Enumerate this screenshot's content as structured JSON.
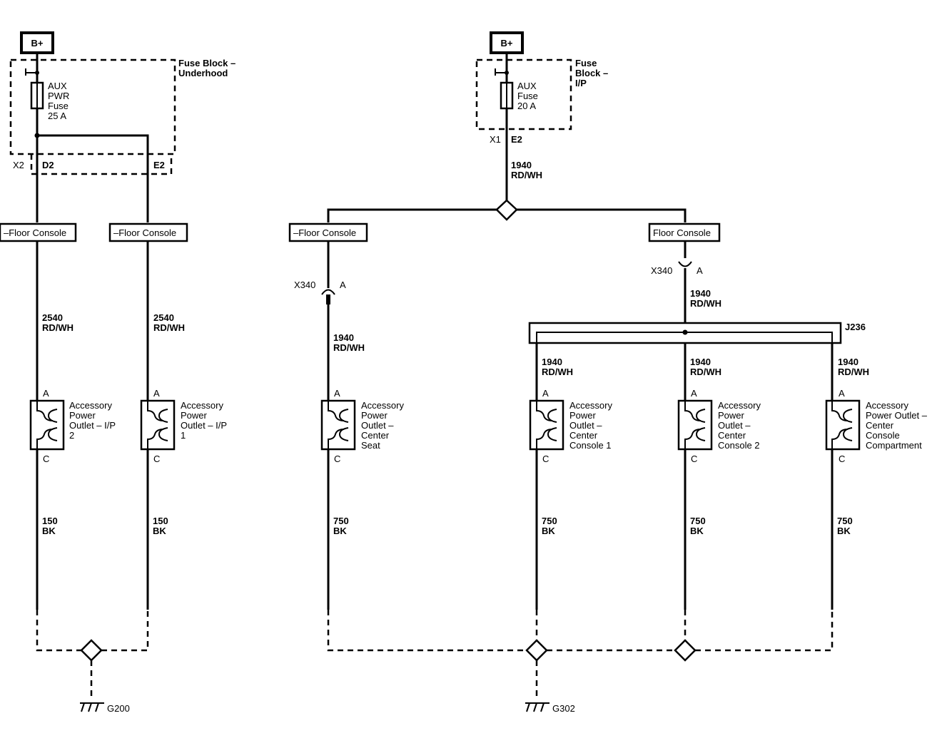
{
  "power_sources": [
    {
      "label": "B+"
    },
    {
      "label": "B+"
    }
  ],
  "fuse_blocks": [
    {
      "name_lines": [
        "Fuse Block –",
        "Underhood"
      ],
      "fuse_lines": [
        "AUX",
        "PWR",
        "Fuse",
        "25 A"
      ],
      "pins": [
        "X2",
        "D2",
        "E2"
      ]
    },
    {
      "name_lines": [
        "Fuse",
        "Block –",
        "I/P"
      ],
      "fuse_lines": [
        "AUX",
        "Fuse",
        "20 A"
      ],
      "pins": [
        "X1",
        "E2"
      ]
    }
  ],
  "harness_labels": [
    "–Floor Console",
    "–Floor Console",
    "–Floor Console",
    "Floor Console"
  ],
  "connectors": [
    {
      "name": "X340",
      "pin": "A"
    },
    {
      "name": "X340",
      "pin": "A"
    }
  ],
  "splice": {
    "name": "J236"
  },
  "feed_wire": {
    "circuit": "1940",
    "color": "RD/WH"
  },
  "feed_wires": [
    {
      "circuit": "2540",
      "color": "RD/WH"
    },
    {
      "circuit": "2540",
      "color": "RD/WH"
    },
    {
      "circuit": "1940",
      "color": "RD/WH"
    },
    {
      "circuit": "1940",
      "color": "RD/WH"
    },
    {
      "circuit": "1940",
      "color": "RD/WH"
    },
    {
      "circuit": "1940",
      "color": "RD/WH"
    },
    {
      "circuit": "1940",
      "color": "RD/WH"
    }
  ],
  "outlets": [
    {
      "name_lines": [
        "Accessory",
        "Power",
        "Outlet – I/P",
        "2"
      ],
      "pin_top": "A",
      "pin_bottom": "C",
      "ground_wire": {
        "circuit": "150",
        "color": "BK"
      }
    },
    {
      "name_lines": [
        "Accessory",
        "Power",
        "Outlet – I/P",
        "1"
      ],
      "pin_top": "A",
      "pin_bottom": "C",
      "ground_wire": {
        "circuit": "150",
        "color": "BK"
      }
    },
    {
      "name_lines": [
        "Accessory",
        "Power",
        "Outlet –",
        "Center",
        "Seat"
      ],
      "pin_top": "A",
      "pin_bottom": "C",
      "ground_wire": {
        "circuit": "750",
        "color": "BK"
      }
    },
    {
      "name_lines": [
        "Accessory",
        "Power",
        "Outlet –",
        "Center",
        "Console 1"
      ],
      "pin_top": "A",
      "pin_bottom": "C",
      "ground_wire": {
        "circuit": "750",
        "color": "BK"
      }
    },
    {
      "name_lines": [
        "Accessory",
        "Power",
        "Outlet –",
        "Center",
        "Console 2"
      ],
      "pin_top": "A",
      "pin_bottom": "C",
      "ground_wire": {
        "circuit": "750",
        "color": "BK"
      }
    },
    {
      "name_lines": [
        "Accessory",
        "Power Outlet –",
        "Center",
        "Console",
        "Compartment"
      ],
      "pin_top": "A",
      "pin_bottom": "C",
      "ground_wire": {
        "circuit": "750",
        "color": "BK"
      }
    }
  ],
  "grounds": [
    {
      "label": "G200"
    },
    {
      "label": "G302"
    }
  ]
}
